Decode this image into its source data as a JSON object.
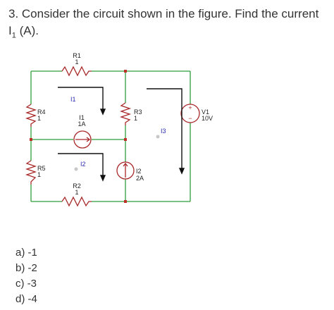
{
  "question": {
    "line1": "3. Consider the circuit shown in the figure. Find the current",
    "line2_symbol": "I",
    "line2_subscript": "1",
    "line2_rest": " (A)."
  },
  "circuit": {
    "colors": {
      "wire": "#2e9e3a",
      "component": "#a8282a",
      "node": "#c0302a",
      "arrow": "#111111",
      "loop_label": "#2a2ab0"
    },
    "components": {
      "r1": {
        "name": "R1",
        "value": "1"
      },
      "r2": {
        "name": "R2",
        "value": "1"
      },
      "r3": {
        "name": "R3",
        "value": "1"
      },
      "r4": {
        "name": "R4",
        "value": "1"
      },
      "r5": {
        "name": "R5",
        "value": "1"
      },
      "i1": {
        "name": "I1",
        "value": "1A"
      },
      "i2": {
        "name": "I2",
        "value": "2A"
      },
      "v1": {
        "name": "V1",
        "value": "10V"
      }
    },
    "loop_labels": {
      "i1": "I1",
      "i2": "I2",
      "i3": "I3"
    }
  },
  "options": [
    {
      "label": "a) -1"
    },
    {
      "label": "b) -2"
    },
    {
      "label": "c) -3"
    },
    {
      "label": "d) -4"
    }
  ]
}
